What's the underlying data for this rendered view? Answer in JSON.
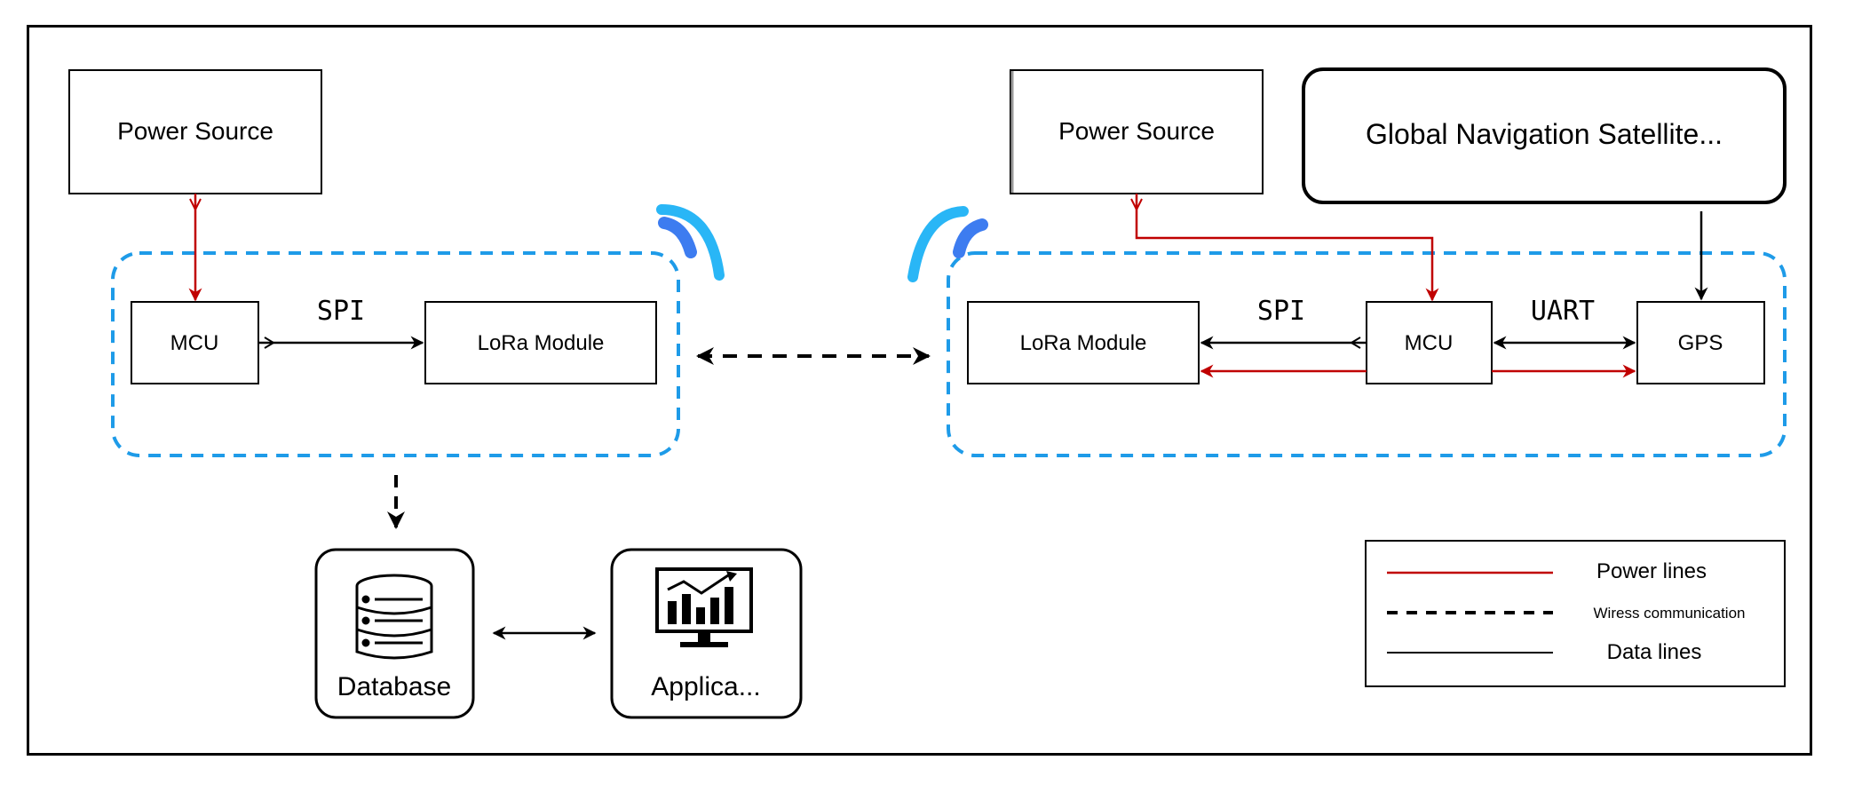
{
  "nodes": {
    "power_source_left": "Power Source",
    "power_source_right": "Power Source",
    "gnss": "Global Navigation Satellite...",
    "mcu_left": "MCU",
    "lora_left": "LoRa Module",
    "lora_right": "LoRa Module",
    "mcu_right": "MCU",
    "gps": "GPS",
    "database": "Database",
    "application": "Applica..."
  },
  "edge_labels": {
    "spi_left": "SPI",
    "spi_right": "SPI",
    "uart": "UART"
  },
  "legend": {
    "power": "Power lines",
    "wireless": "Wiress communication",
    "data": "Data lines"
  },
  "colors": {
    "power_line": "#c00000",
    "data_line": "#000000",
    "group_border": "#1e9be8",
    "wifi_light": "#29b6f6",
    "wifi_dark": "#3d7cf0"
  },
  "icons": {
    "wifi_left": "wifi-signal-icon",
    "wifi_right": "wifi-signal-icon",
    "database": "database-icon",
    "application": "monitor-chart-icon"
  }
}
